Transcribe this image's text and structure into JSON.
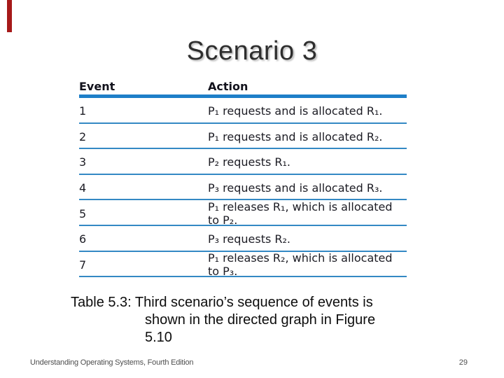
{
  "slide": {
    "title": "Scenario 3",
    "accent_color": "#a61a1a",
    "footer": {
      "left": "Understanding Operating Systems, Fourth Edition",
      "page_number": "29"
    }
  },
  "table": {
    "rule_color_thick": "#1e7fc8",
    "rule_color_thin": "#3489c4",
    "columns": [
      "Event",
      "Action"
    ],
    "rows": [
      {
        "event": "1",
        "action": "P₁ requests and is allocated R₁."
      },
      {
        "event": "2",
        "action": "P₁ requests and is allocated R₂."
      },
      {
        "event": "3",
        "action": "P₂ requests R₁."
      },
      {
        "event": "4",
        "action": "P₃ requests and is allocated R₃."
      },
      {
        "event": "5",
        "action": "P₁ releases R₁, which is allocated to P₂."
      },
      {
        "event": "6",
        "action": "P₃ requests R₂."
      },
      {
        "event": "7",
        "action": "P₁ releases R₂, which is allocated to P₃."
      }
    ]
  },
  "caption": {
    "lines": [
      "Table 5.3: Third scenario’s sequence of events is",
      "shown in the directed graph in Figure",
      "5.10"
    ]
  }
}
